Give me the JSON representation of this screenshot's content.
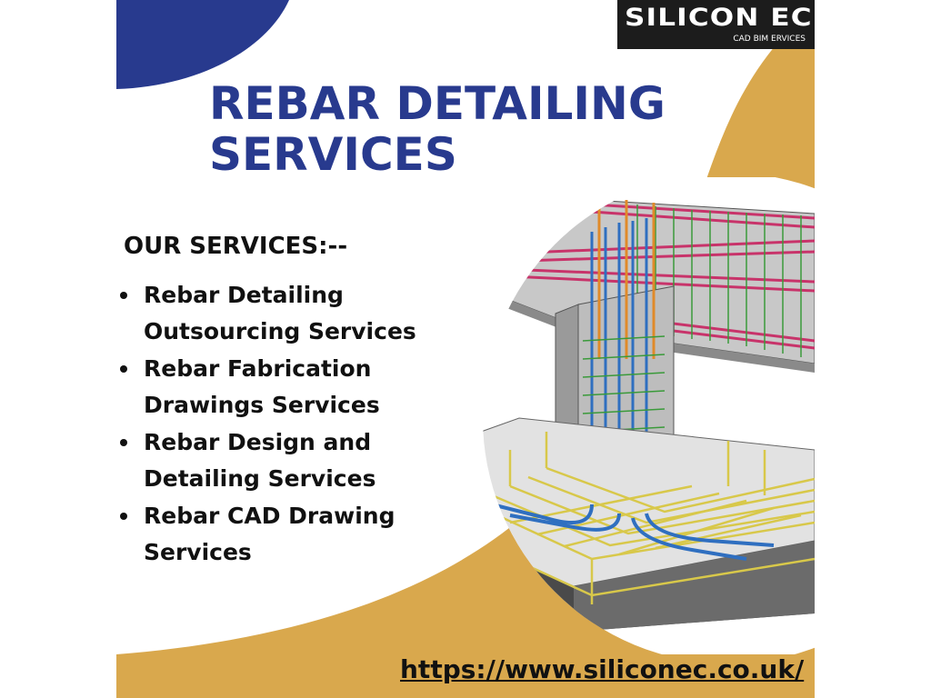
{
  "logo": {
    "main": "SILICON EC",
    "sub": "CAD BIM ERVICES"
  },
  "title": {
    "line1": "REBAR DETAILING",
    "line2": "SERVICES"
  },
  "services": {
    "heading": "OUR SERVICES:--",
    "items": [
      {
        "label": "Rebar Detailing Outsourcing Services"
      },
      {
        "label": "Rebar Fabrication Drawings Services"
      },
      {
        "label": "Rebar Design and Detailing Services"
      },
      {
        "label": "Rebar CAD Drawing Services"
      }
    ]
  },
  "url": "https://www.siliconec.co.uk/",
  "colors": {
    "navy": "#283a8e",
    "gold": "#d9a84d",
    "text": "#111111"
  }
}
